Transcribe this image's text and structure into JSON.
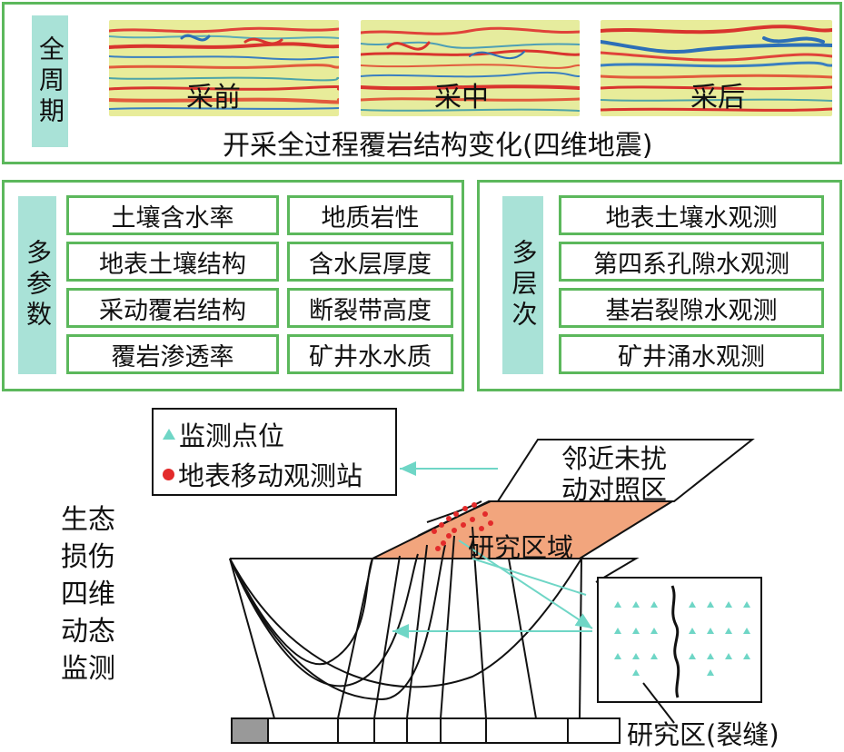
{
  "top_panel": {
    "side_label": "全周期",
    "images": [
      {
        "label": "采前"
      },
      {
        "label": "采中"
      },
      {
        "label": "采后"
      }
    ],
    "caption": "开采全过程覆岩结构变化(四维地震)"
  },
  "params_panel": {
    "side_label": "多参数",
    "items": [
      "土壤含水率",
      "地质岩性",
      "地表土壤结构",
      "含水层厚度",
      "采动覆岩结构",
      "断裂带高度",
      "覆岩渗透率",
      "矿井水水质"
    ]
  },
  "levels_panel": {
    "side_label": "多层次",
    "items": [
      "地表土壤水观测",
      "第四系孔隙水观测",
      "基岩裂隙水观测",
      "矿井涌水观测"
    ]
  },
  "bottom": {
    "side_text": [
      "生态",
      "损伤",
      "四维",
      "动态",
      "监测"
    ],
    "legend": {
      "triangle_label": "监测点位",
      "dot_label": "地表移动观测站"
    },
    "neighbor_label_1": "邻近未扰",
    "neighbor_label_2": "动对照区",
    "study_area_label": "研究区域",
    "fracture_label": "研究区(裂缝)"
  },
  "colors": {
    "frame_green": "#5cb85c",
    "tab_teal": "#a9e2d7",
    "study_area": "#f2a57d",
    "arrow_cyan": "#6fd6c6",
    "dot_red": "#e32b2b"
  }
}
